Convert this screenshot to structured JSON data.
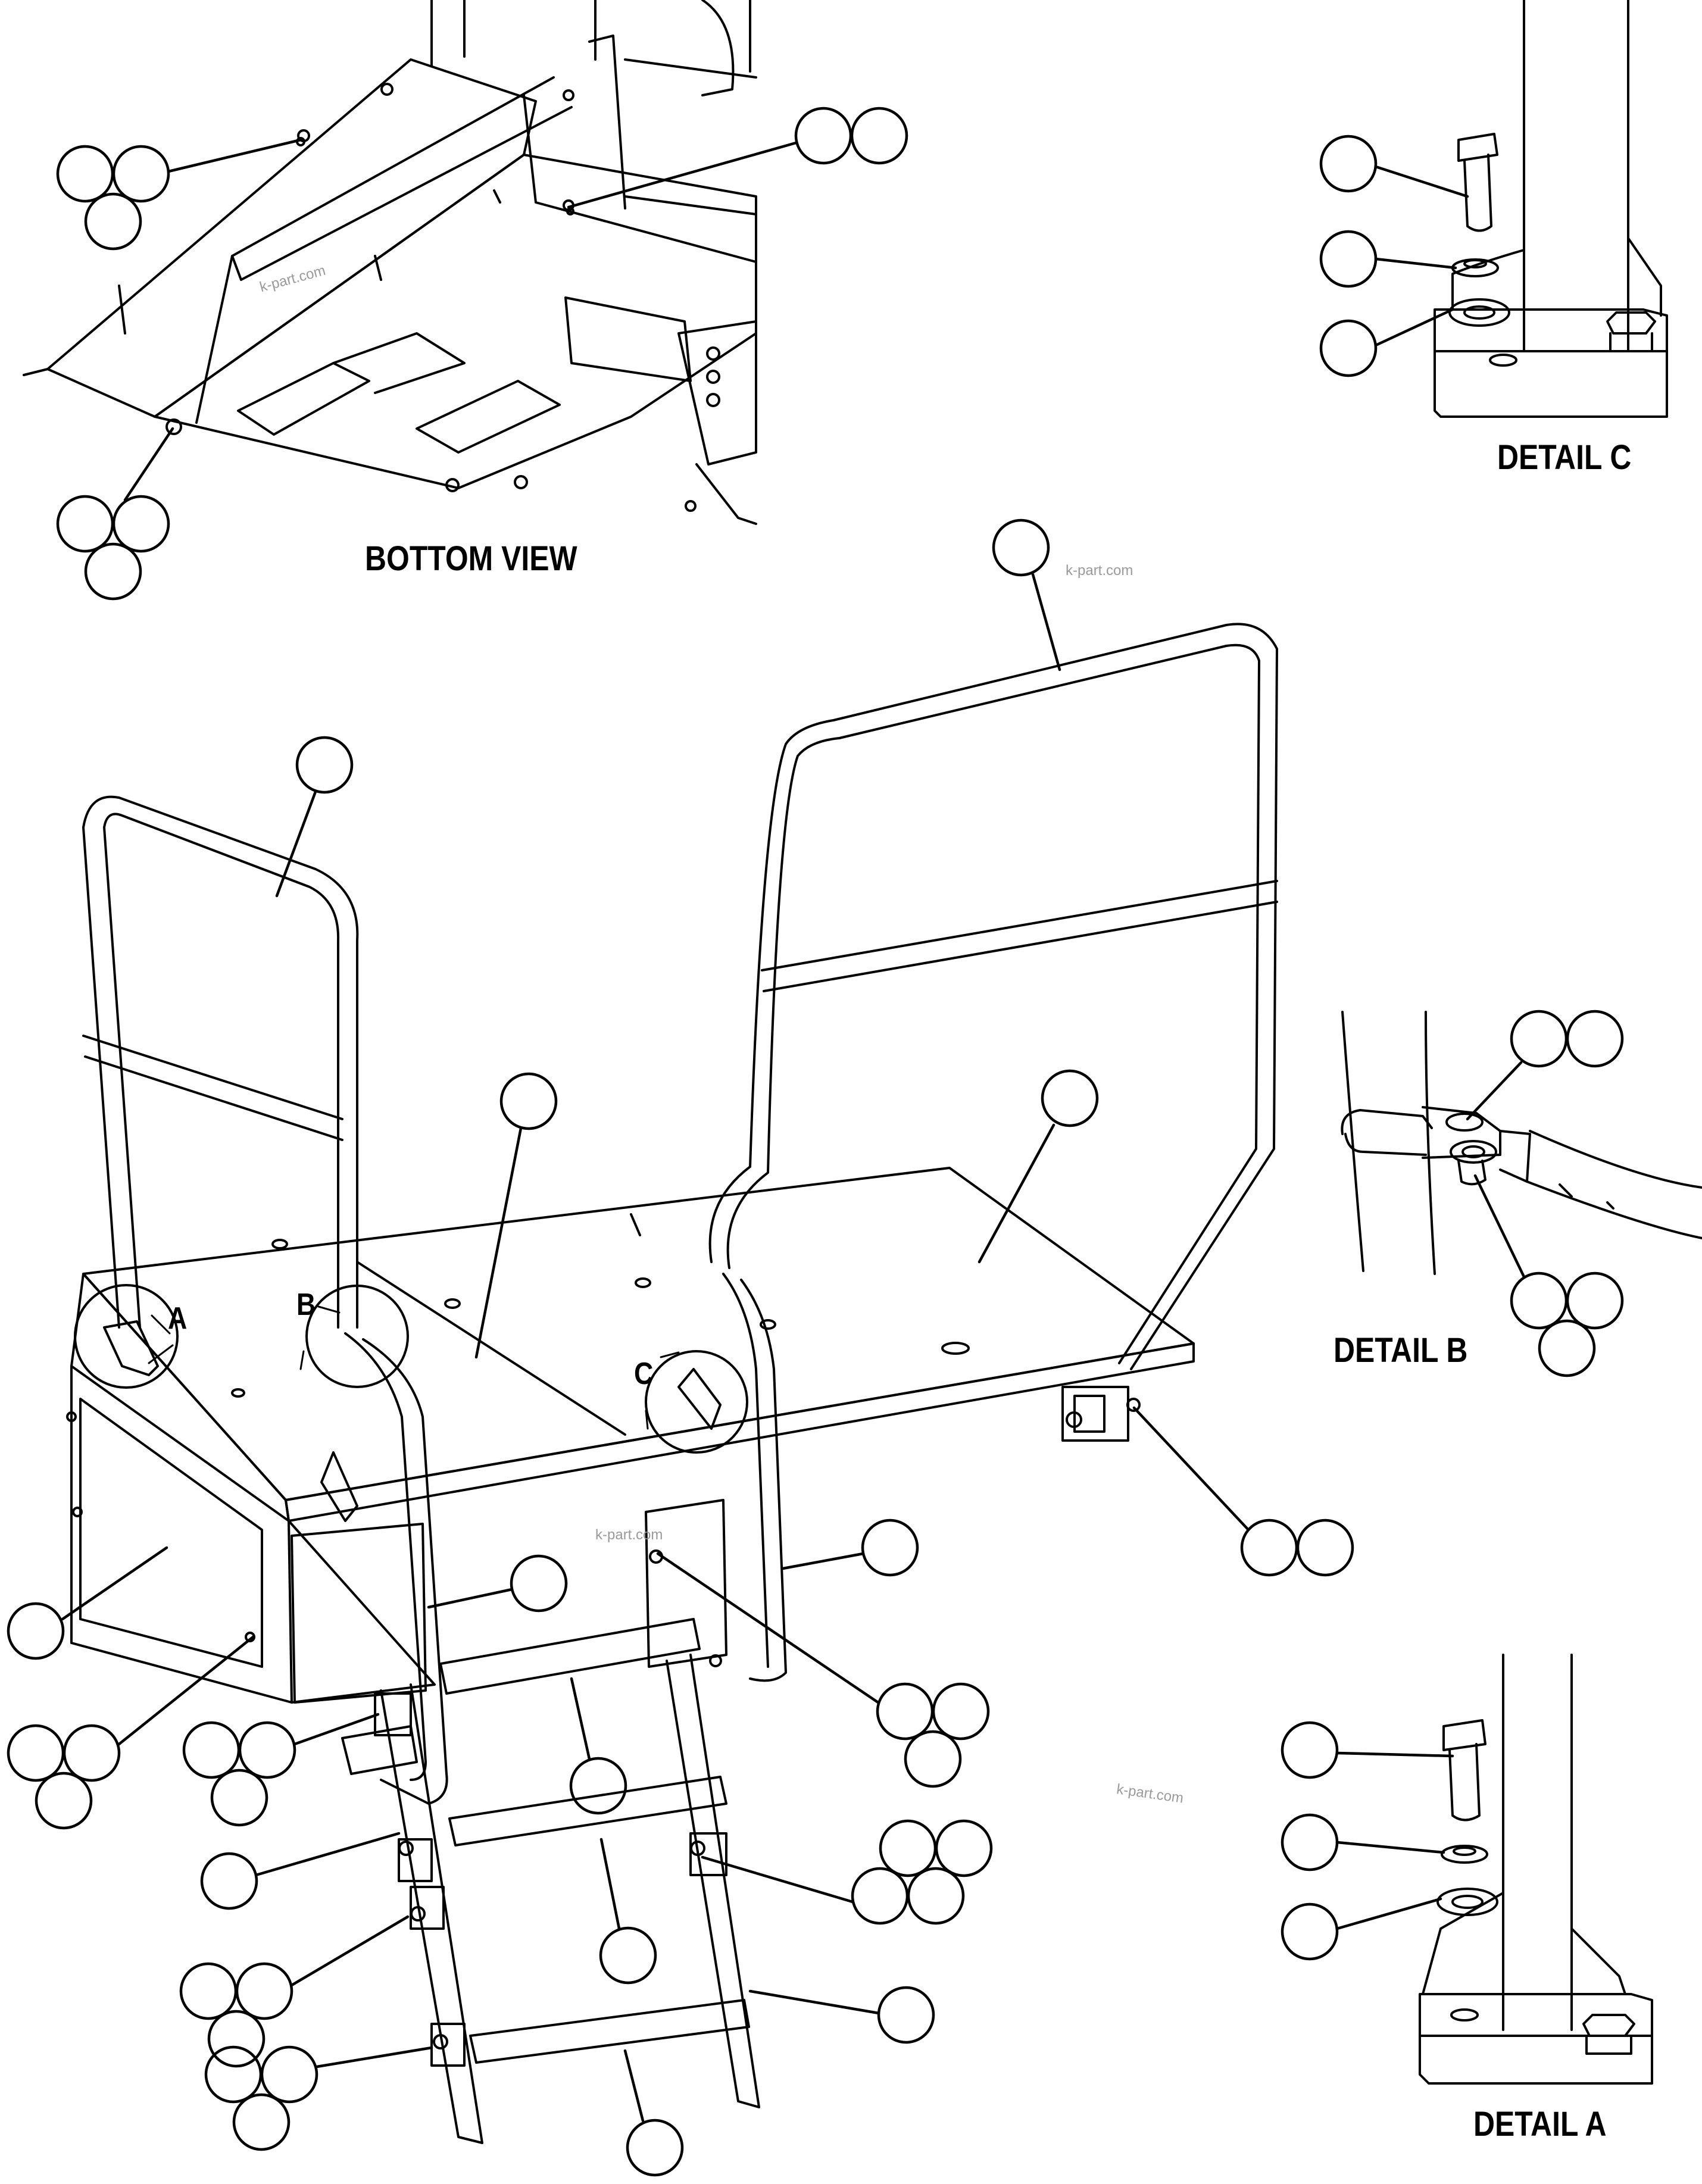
{
  "views": {
    "bottom_view": "BOTTOM VIEW",
    "detail_a": "DETAIL A",
    "detail_b": "DETAIL B",
    "detail_c": "DETAIL C"
  },
  "detail_markers": [
    "A",
    "B",
    "C"
  ],
  "watermark": "k-part.com",
  "colors": {
    "line": "#000000",
    "background": "#ffffff",
    "watermark": "#9a9a9a"
  }
}
